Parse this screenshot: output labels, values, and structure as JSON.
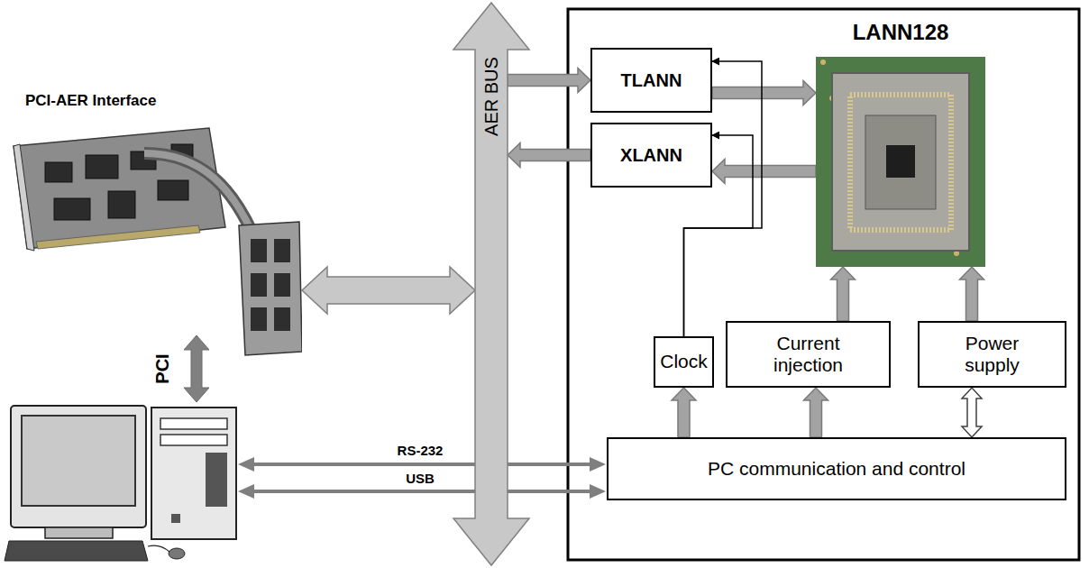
{
  "diagram": {
    "nodes": [
      {
        "text": [
          "PCI-AER Interface"
        ]
      },
      {
        "text": [
          "AER BUS"
        ]
      },
      {
        "text": [
          "TLANN"
        ]
      },
      {
        "text": [
          "XLANN"
        ]
      },
      {
        "text": [
          "LANN128"
        ]
      },
      {
        "text": [
          "Clock"
        ]
      },
      {
        "text": [
          "Current injection"
        ]
      },
      {
        "text": [
          "Power supply"
        ]
      },
      {
        "text": [
          "PC communication and control"
        ]
      }
    ],
    "edges": [
      {
        "from": 0,
        "to": 1,
        "arrow": "both"
      },
      {
        "from": 1,
        "to": 2,
        "arrow": "to"
      },
      {
        "from": 3,
        "to": 1,
        "arrow": "to"
      },
      {
        "from": 2,
        "to": 4,
        "arrow": "to"
      },
      {
        "from": 4,
        "to": 3,
        "arrow": "to"
      },
      {
        "from": 5,
        "to": 2,
        "arrow": "to"
      },
      {
        "from": 5,
        "to": 3,
        "arrow": "to"
      },
      {
        "from": 8,
        "to": 5,
        "arrow": "to"
      },
      {
        "from": 8,
        "to": 6,
        "arrow": "to"
      },
      {
        "from": 8,
        "to": 7,
        "arrow": "both"
      },
      {
        "from": 6,
        "to": 4,
        "arrow": "to"
      },
      {
        "from": 7,
        "to": 4,
        "arrow": "to"
      }
    ],
    "labels": [
      "PCI",
      "RS-232",
      "USB"
    ]
  }
}
